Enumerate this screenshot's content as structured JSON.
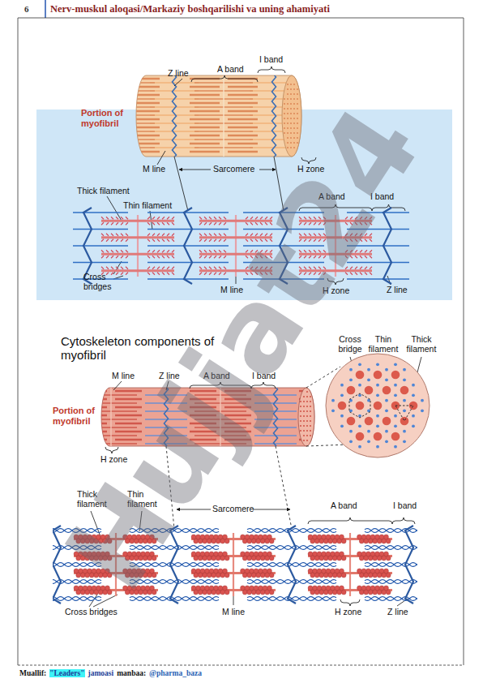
{
  "diagram": {
    "title": "Nerv-muskul aloqasi/Markaziy boshqarilishi va uning ahamiyati",
    "labels": [
      "6",
      "Z line",
      "A band",
      "I band",
      "Portion of myofibril",
      "M line",
      "Sarcomere",
      "H zone",
      "Thick filament",
      "Thin filament",
      "A band",
      "I band",
      "Cross bridges",
      "M line",
      "H zone",
      "Z line",
      "Cytoskeleton components of myofibril",
      "M line",
      "Z line",
      "A band",
      "I band",
      "Portion of myofibril",
      "H zone",
      "Cross bridge",
      "Thin filament",
      "Thick filament",
      "Thick filament",
      "Thin filament",
      "Sarcomere",
      "A band",
      "I band",
      "Cross bridges",
      "M line",
      "H zone",
      "Z line",
      "Hujjat24",
      "Muallif:",
      "\"Leaders\"",
      "jamoasi",
      "manbaa:",
      "@pharma_baza"
    ]
  }
}
